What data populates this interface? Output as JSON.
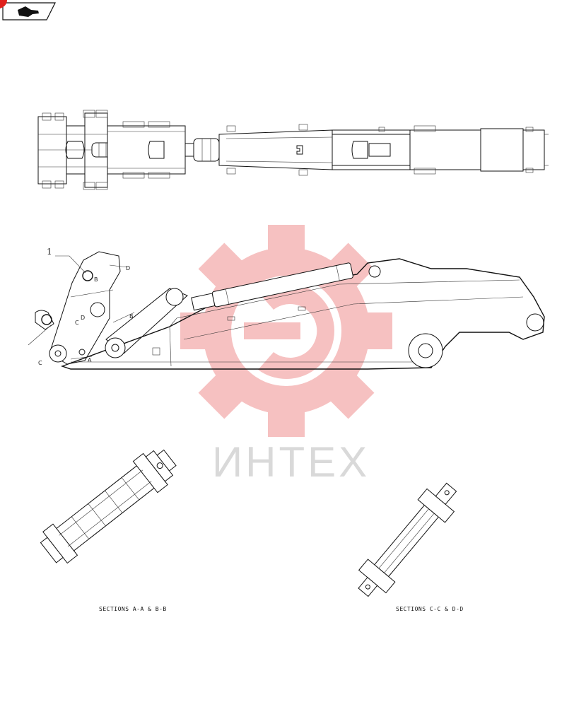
{
  "nav": {
    "back_icon": "hand-pointer-icon",
    "badge_color": "#e0201c"
  },
  "drawing": {
    "callout_number": "1",
    "section_labels": {
      "a": "A",
      "b": "B",
      "c": "C",
      "d": "D"
    },
    "captions": {
      "left": "SECTIONS  A-A & B-B",
      "right": "SECTIONS  C-C & D-D"
    }
  },
  "watermark": {
    "text": "ИНТЕХ",
    "logo": "gear-logo",
    "color": "#ef8f8f"
  }
}
